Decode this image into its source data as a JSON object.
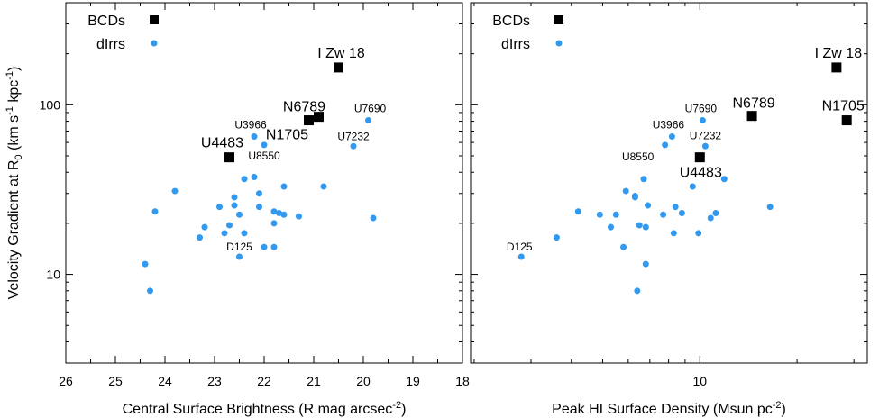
{
  "colors": {
    "bcd": "#000000",
    "dirr": "#3399ee",
    "axis": "#000000"
  },
  "chart_data": [
    {
      "type": "scatter",
      "xscale": "linear",
      "yscale": "log",
      "xlim": [
        26,
        18
      ],
      "ylim": [
        3,
        400
      ],
      "xlabel": "Central Surface Brightness (R mag arcsec",
      "xlabel_sup": "-2",
      "xlabel_end": ")",
      "ylabel": {
        "a": "Velocity Gradient at R",
        "sub": "0",
        "b": " (km s",
        "sup1": "-1",
        "c": " kpc",
        "sup2": "-1",
        "d": ")"
      },
      "xticks": [
        26,
        25,
        24,
        23,
        22,
        21,
        20,
        19,
        18
      ],
      "xtick_labels": [
        "26",
        "25",
        "24",
        "23",
        "22",
        "21",
        "20",
        "19",
        "18"
      ],
      "yticks": [
        10,
        100
      ],
      "ytick_labels": [
        "10",
        "100"
      ],
      "legend": {
        "position": "top-left",
        "entries": [
          "BCDs",
          "dIrrs"
        ]
      },
      "series": [
        {
          "name": "BCDs",
          "marker": "square",
          "points": [
            {
              "x": 20.5,
              "y": 166,
              "label": "I Zw 18"
            },
            {
              "x": 20.9,
              "y": 85,
              "label": "N6789"
            },
            {
              "x": 21.1,
              "y": 81,
              "label": "N1705"
            },
            {
              "x": 22.7,
              "y": 49,
              "label": "U4483"
            }
          ]
        },
        {
          "name": "dIrrs",
          "marker": "circle",
          "points": [
            {
              "x": 19.9,
              "y": 81,
              "label": "U7690"
            },
            {
              "x": 22.2,
              "y": 65,
              "label": "U3966"
            },
            {
              "x": 20.2,
              "y": 57,
              "label": "U7232"
            },
            {
              "x": 22.0,
              "y": 58,
              "label": "U8550"
            },
            {
              "x": 22.5,
              "y": 12.7,
              "label": "D125"
            },
            {
              "x": 24.4,
              "y": 11.5
            },
            {
              "x": 24.3,
              "y": 8.0
            },
            {
              "x": 24.2,
              "y": 23.5
            },
            {
              "x": 23.8,
              "y": 31
            },
            {
              "x": 23.3,
              "y": 16.5
            },
            {
              "x": 23.2,
              "y": 19
            },
            {
              "x": 22.9,
              "y": 25
            },
            {
              "x": 22.8,
              "y": 17.5
            },
            {
              "x": 22.7,
              "y": 19.5
            },
            {
              "x": 22.6,
              "y": 28.5
            },
            {
              "x": 22.6,
              "y": 25.5
            },
            {
              "x": 22.5,
              "y": 22.5
            },
            {
              "x": 22.4,
              "y": 36.5
            },
            {
              "x": 22.4,
              "y": 17.5
            },
            {
              "x": 22.2,
              "y": 37.5
            },
            {
              "x": 22.1,
              "y": 30
            },
            {
              "x": 22.1,
              "y": 25
            },
            {
              "x": 22.0,
              "y": 14.5
            },
            {
              "x": 21.8,
              "y": 23.5
            },
            {
              "x": 21.8,
              "y": 20
            },
            {
              "x": 21.8,
              "y": 14.5
            },
            {
              "x": 21.7,
              "y": 23
            },
            {
              "x": 21.6,
              "y": 33
            },
            {
              "x": 21.6,
              "y": 22.5
            },
            {
              "x": 21.3,
              "y": 22
            },
            {
              "x": 20.8,
              "y": 33
            },
            {
              "x": 19.8,
              "y": 21.5
            }
          ]
        }
      ]
    },
    {
      "type": "scatter",
      "xscale": "log",
      "yscale": "log",
      "xlim": [
        1.95,
        33
      ],
      "ylim": [
        3,
        400
      ],
      "xlabel": "Peak HI Surface Density (Msun pc",
      "xlabel_sup": "-2",
      "xlabel_end": ")",
      "xticks": [
        10
      ],
      "xtick_labels": [
        "10"
      ],
      "yticks": [
        10,
        100
      ],
      "ytick_labels": [],
      "legend": {
        "position": "top-left",
        "entries": [
          "BCDs",
          "dIrrs"
        ]
      },
      "series": [
        {
          "name": "BCDs",
          "marker": "square",
          "points": [
            {
              "x": 26.5,
              "y": 166,
              "label": "I Zw 18"
            },
            {
              "x": 14.5,
              "y": 86,
              "label": "N6789"
            },
            {
              "x": 28.5,
              "y": 81,
              "label": "N1705"
            },
            {
              "x": 10.0,
              "y": 49,
              "label": "U4483"
            }
          ]
        },
        {
          "name": "dIrrs",
          "marker": "circle",
          "points": [
            {
              "x": 10.2,
              "y": 81,
              "label": "U7690"
            },
            {
              "x": 8.2,
              "y": 65,
              "label": "U3966"
            },
            {
              "x": 10.4,
              "y": 57,
              "label": "U7232"
            },
            {
              "x": 7.8,
              "y": 58,
              "label": "U8550"
            },
            {
              "x": 2.8,
              "y": 12.7,
              "label": "D125"
            },
            {
              "x": 3.6,
              "y": 16.5
            },
            {
              "x": 4.2,
              "y": 23.5
            },
            {
              "x": 4.9,
              "y": 22.5
            },
            {
              "x": 5.3,
              "y": 19
            },
            {
              "x": 5.5,
              "y": 22.5
            },
            {
              "x": 5.8,
              "y": 14.5
            },
            {
              "x": 5.9,
              "y": 31
            },
            {
              "x": 6.3,
              "y": 29
            },
            {
              "x": 6.3,
              "y": 28.5
            },
            {
              "x": 6.4,
              "y": 8.0
            },
            {
              "x": 6.5,
              "y": 19.5
            },
            {
              "x": 6.7,
              "y": 36.5
            },
            {
              "x": 6.8,
              "y": 19
            },
            {
              "x": 6.8,
              "y": 11.5
            },
            {
              "x": 6.9,
              "y": 25.5
            },
            {
              "x": 7.7,
              "y": 22.5
            },
            {
              "x": 8.3,
              "y": 17.5
            },
            {
              "x": 8.4,
              "y": 25
            },
            {
              "x": 8.8,
              "y": 23
            },
            {
              "x": 9.5,
              "y": 33
            },
            {
              "x": 9.9,
              "y": 17.5
            },
            {
              "x": 10.8,
              "y": 21.5
            },
            {
              "x": 11.2,
              "y": 23
            },
            {
              "x": 11.9,
              "y": 36.5
            },
            {
              "x": 16.5,
              "y": 25
            }
          ]
        }
      ]
    }
  ]
}
